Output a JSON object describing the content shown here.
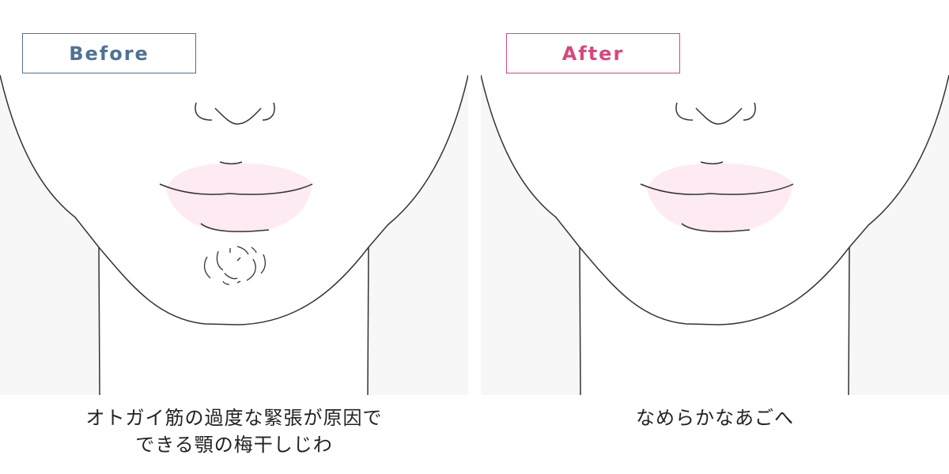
{
  "before": {
    "label": "Before",
    "label_color": "#4f7294",
    "caption_line1": "オトガイ筋の過度な緊張が原因で",
    "caption_line2": "できる顎の梅干しじわ"
  },
  "after": {
    "label": "After",
    "label_color": "#d9467f",
    "caption": "なめらかなあごへ"
  },
  "colors": {
    "background": "#f7f7f7",
    "lip": "#fdeaf3",
    "line": "#333333"
  }
}
